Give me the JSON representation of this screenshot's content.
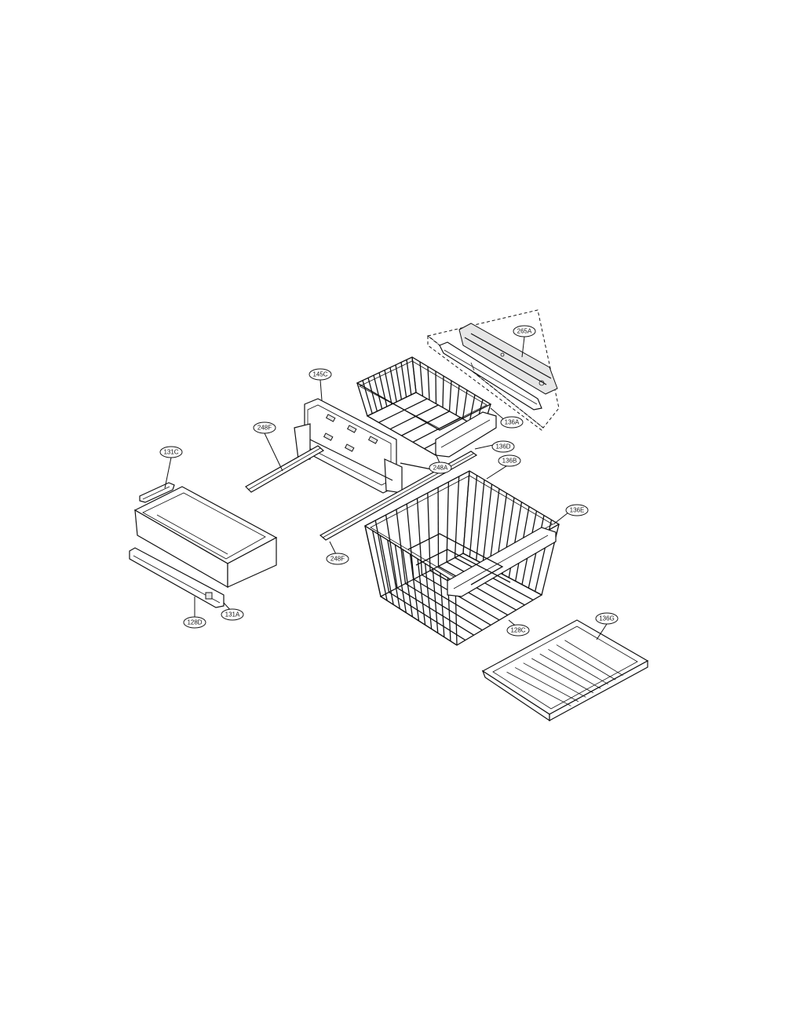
{
  "callouts": {
    "c265A": "265A",
    "c145C": "145C",
    "c136A": "136A",
    "c248F_top": "248F",
    "c136D": "136D",
    "c248A": "248A",
    "c131C": "131C",
    "c136B": "136B",
    "c136E": "136E",
    "c248F_bottom": "248F",
    "c128D": "128D",
    "c131A": "131A",
    "c128C": "128C",
    "c136G": "136G"
  },
  "colors": {
    "line": "#111111",
    "background": "#ffffff",
    "shade": "#e6e6e6"
  }
}
